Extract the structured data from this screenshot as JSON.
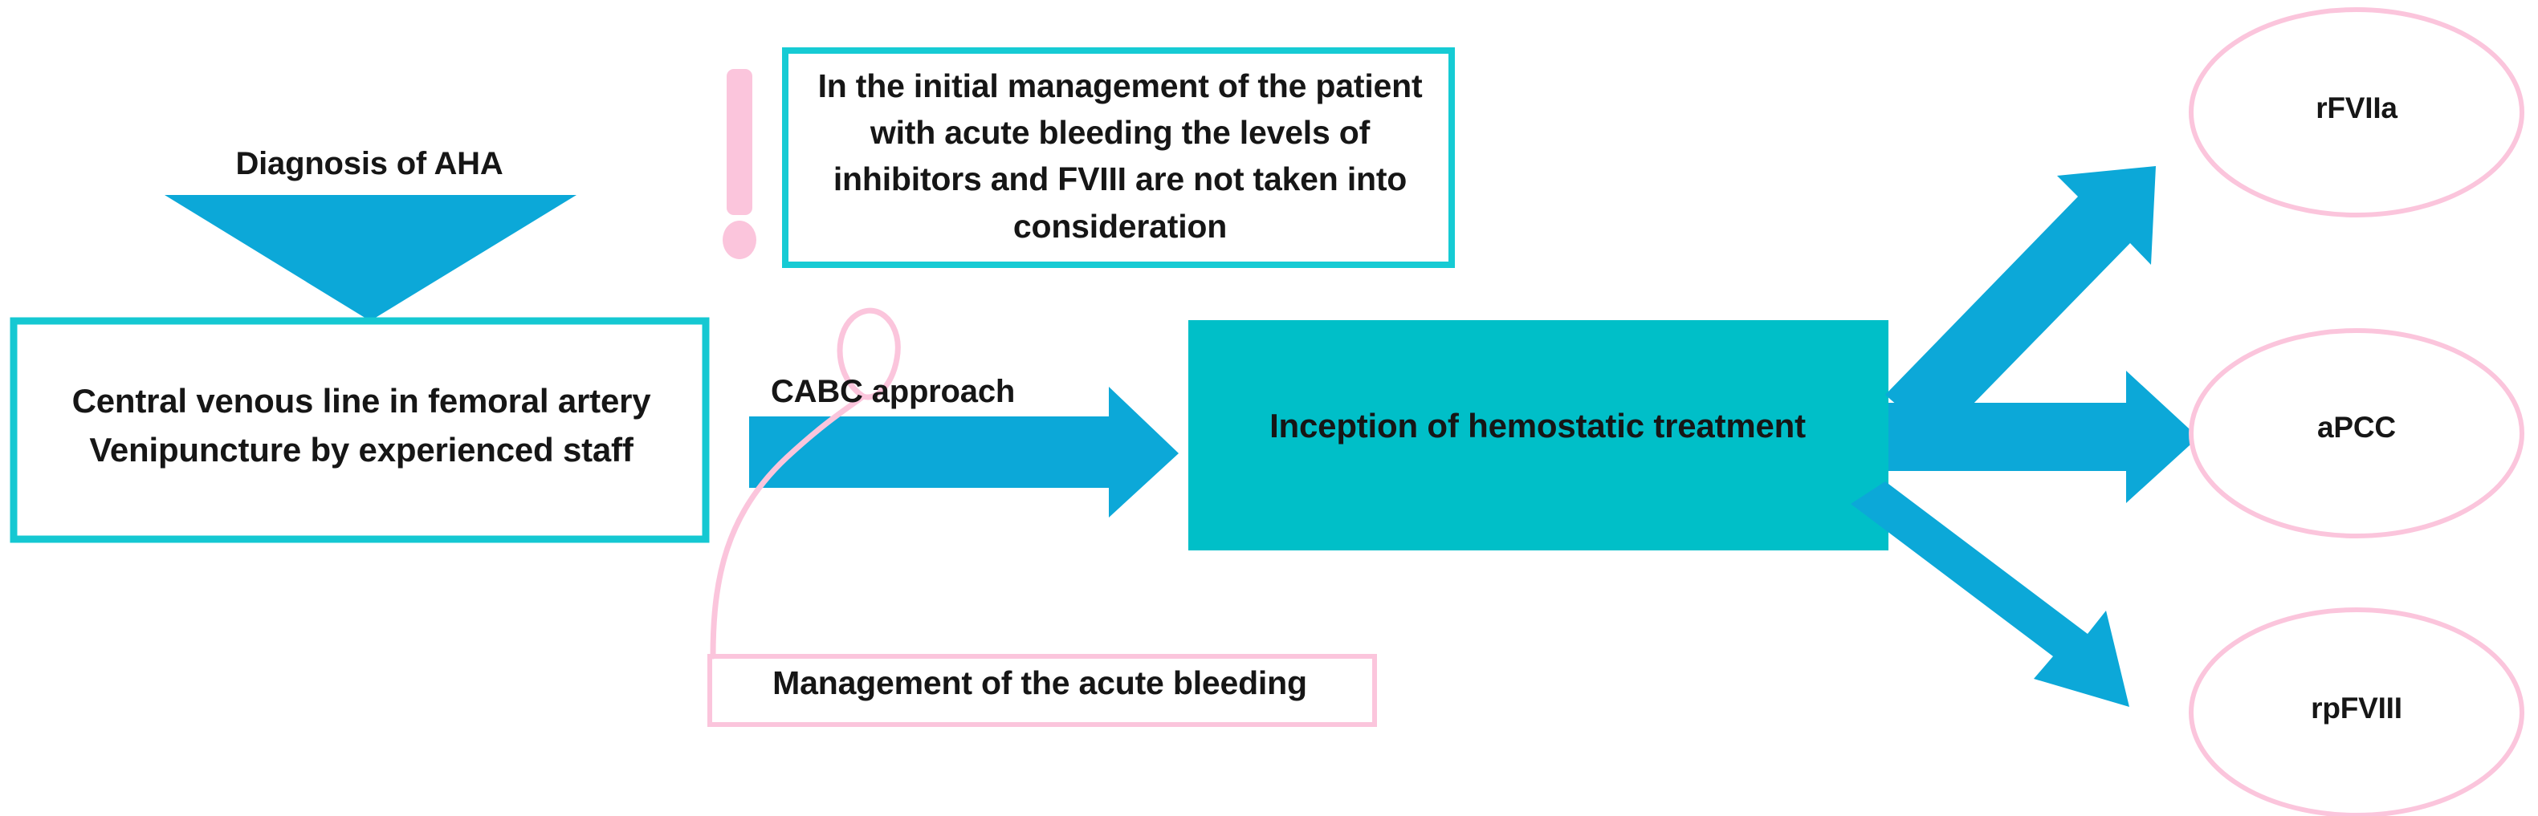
{
  "diagram": {
    "title": "Management of acute haemophilia A (AHA) bleeding",
    "colors": {
      "arrow_blue": "#0CA8D8",
      "box_teal_fill": "#00BFC8",
      "box_border_cyan": "#15C8D2",
      "annotation_pink": "#FBC5DC",
      "text_black": "#161616",
      "background": "#FFFFFF"
    },
    "nodes": {
      "diagnosis_label": "Diagnosis of AHA",
      "left_box": "Central venous line in femoral artery\nVenipuncture by experienced staff",
      "callout": "In the initial management of the patient with acute bleeding the levels of inhibitors and FVIII are not taken into consideration",
      "cabc_label": "CABC approach",
      "treatment_box": "Inception of hemostatic treatment",
      "bottom_box": "Management of the acute bleeding"
    },
    "outcomes": [
      {
        "label": "rFVIIa",
        "shape": "ellipse",
        "border": "#FBC5DC"
      },
      {
        "label": "aPCC",
        "shape": "ellipse",
        "border": "#FBC5DC"
      },
      {
        "label": "rpFVIII",
        "shape": "ellipse",
        "border": "#FBC5DC"
      }
    ],
    "connectors": [
      {
        "name": "diagnosis-to-left-box",
        "type": "down-triangle",
        "color": "#0CA8D8"
      },
      {
        "name": "left-box-to-treatment",
        "type": "right-block-arrow",
        "color": "#0CA8D8"
      },
      {
        "name": "treatment-to-rfviia",
        "type": "diagonal-up-arrow",
        "color": "#0CA8D8"
      },
      {
        "name": "treatment-to-apcc",
        "type": "right-block-arrow",
        "color": "#0CA8D8"
      },
      {
        "name": "treatment-to-rpfviii",
        "type": "diagonal-down-arrow",
        "color": "#0CA8D8"
      },
      {
        "name": "bottom-box-to-cabc",
        "type": "curved-lasso",
        "color": "#FBC5DC"
      }
    ],
    "annotations": {
      "exclamation_mark": "!"
    }
  }
}
